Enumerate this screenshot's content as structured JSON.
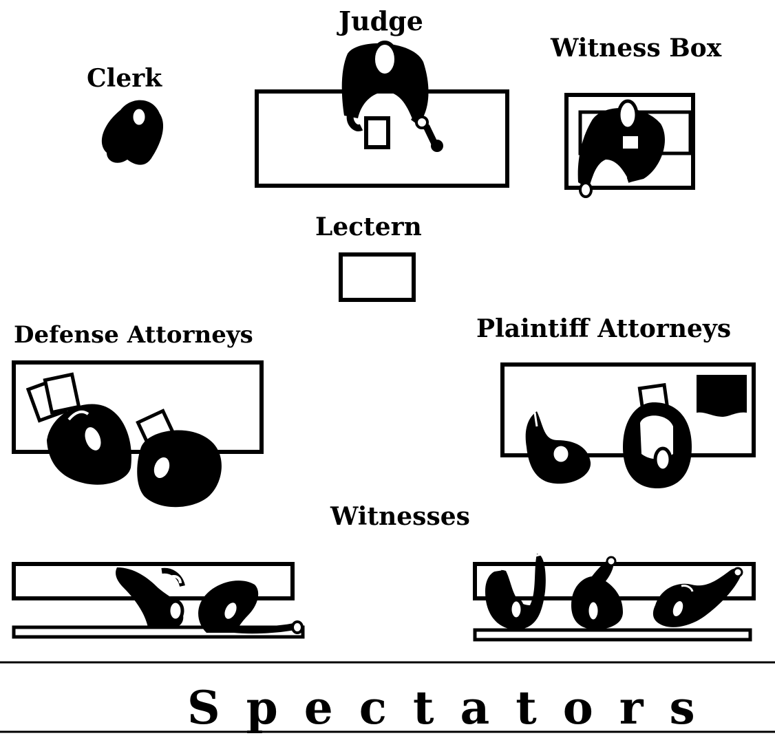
{
  "labels": {
    "judge": "Judge",
    "clerk": "Clerk",
    "witness_box": "Witness Box",
    "lectern": "Lectern",
    "defense_attorneys": "Defense Attorneys",
    "plaintiff_attorneys": "Plaintiff Attorneys",
    "witnesses": "Witnesses",
    "spectators": "Spectators"
  },
  "colors": {
    "ink": "#000000",
    "paper": "#ffffff"
  }
}
